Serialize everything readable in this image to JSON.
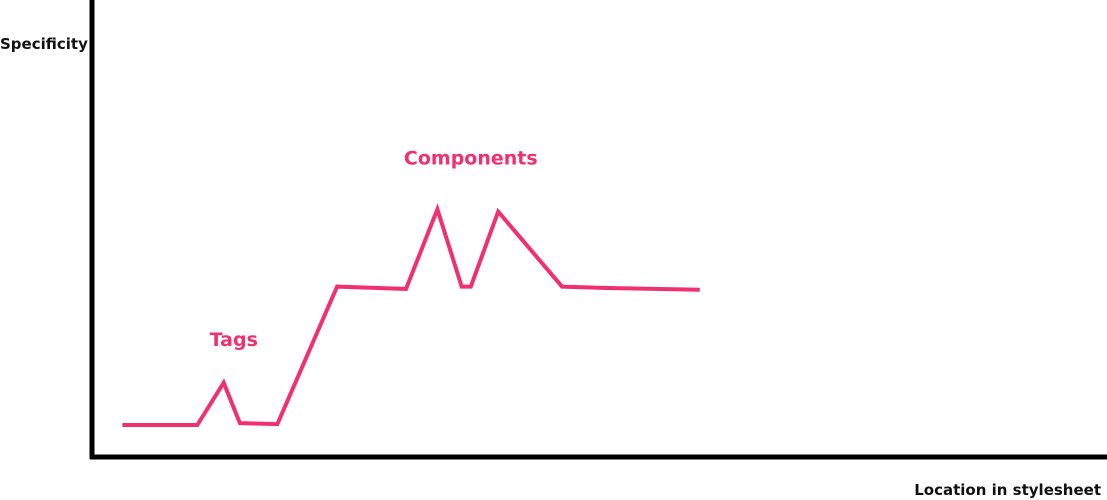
{
  "chart_data": {
    "type": "line",
    "title": "",
    "xlabel": "Location in stylesheet",
    "ylabel": "Specificity",
    "xlim": [
      0,
      100
    ],
    "ylim": [
      0,
      100
    ],
    "grid": false,
    "legend": "none",
    "axis_color": "#000000",
    "series": [
      {
        "color": "#f0306f",
        "x": [
          2.8,
          10.2,
          12.8,
          14.4,
          18.1,
          24.0,
          30.8,
          33.9,
          36.3,
          37.2,
          39.9,
          46.2,
          50.7,
          59.8
        ],
        "y": [
          6.6,
          6.6,
          15.9,
          7.0,
          6.8,
          37.0,
          36.5,
          54.0,
          37.0,
          37.0,
          53.5,
          37.0,
          36.7,
          36.3
        ]
      }
    ],
    "annotations": [
      {
        "text": "Tags",
        "x": 13.8,
        "y": 24.0
      },
      {
        "text": "Components",
        "x": 37.2,
        "y": 63.8
      }
    ]
  }
}
